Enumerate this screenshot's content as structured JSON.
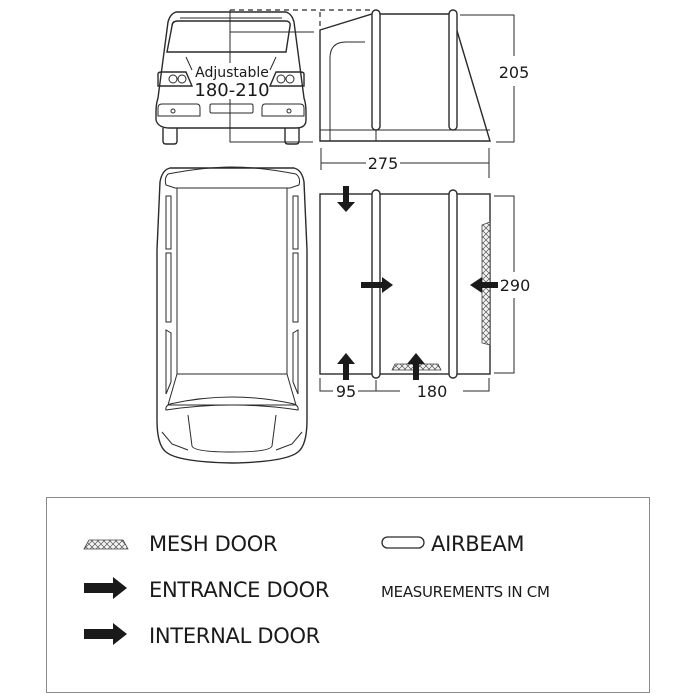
{
  "diagram": {
    "front_view": {
      "adjustable_label": "Adjustable",
      "adjustable_range": "180-210"
    },
    "side_view": {
      "height_label": "205",
      "depth_label": "275"
    },
    "top_view": {
      "width_label": "290",
      "section_left_label": "95",
      "section_right_label": "180"
    }
  },
  "legend": {
    "items": [
      {
        "icon": "mesh-door-icon",
        "label": "MESH DOOR"
      },
      {
        "icon": "entrance-door-arrow-icon",
        "label": "ENTRANCE DOOR"
      },
      {
        "icon": "internal-door-arrow-icon",
        "label": "INTERNAL DOOR"
      },
      {
        "icon": "airbeam-icon",
        "label": "AIRBEAM"
      }
    ],
    "note": "MEASUREMENTS IN CM"
  }
}
